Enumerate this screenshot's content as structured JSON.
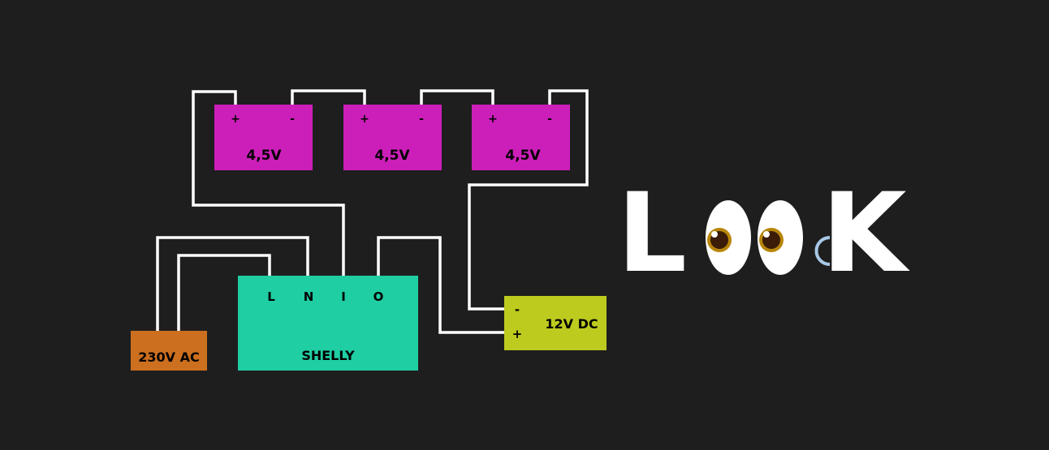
{
  "batteries": [
    {
      "label": "4,5V",
      "plus": "+",
      "minus": "-"
    },
    {
      "label": "4,5V",
      "plus": "+",
      "minus": "-"
    },
    {
      "label": "4,5V",
      "plus": "+",
      "minus": "-"
    }
  ],
  "shelly": {
    "label": "SHELLY",
    "terminals": [
      "L",
      "N",
      "I",
      "O"
    ]
  },
  "ac_source": {
    "label": "230V AC"
  },
  "dc_supply": {
    "label": "12V DC",
    "minus": "-",
    "plus": "+"
  },
  "logo": {
    "text": "LOOK",
    "first": "L",
    "last": "K"
  },
  "colors": {
    "background": "#1e1e1e",
    "battery": "#cc1fb9",
    "shelly": "#1fcea3",
    "ac": "#cc6f1f",
    "dc": "#bdcb1f",
    "wire": "#ffffff"
  }
}
